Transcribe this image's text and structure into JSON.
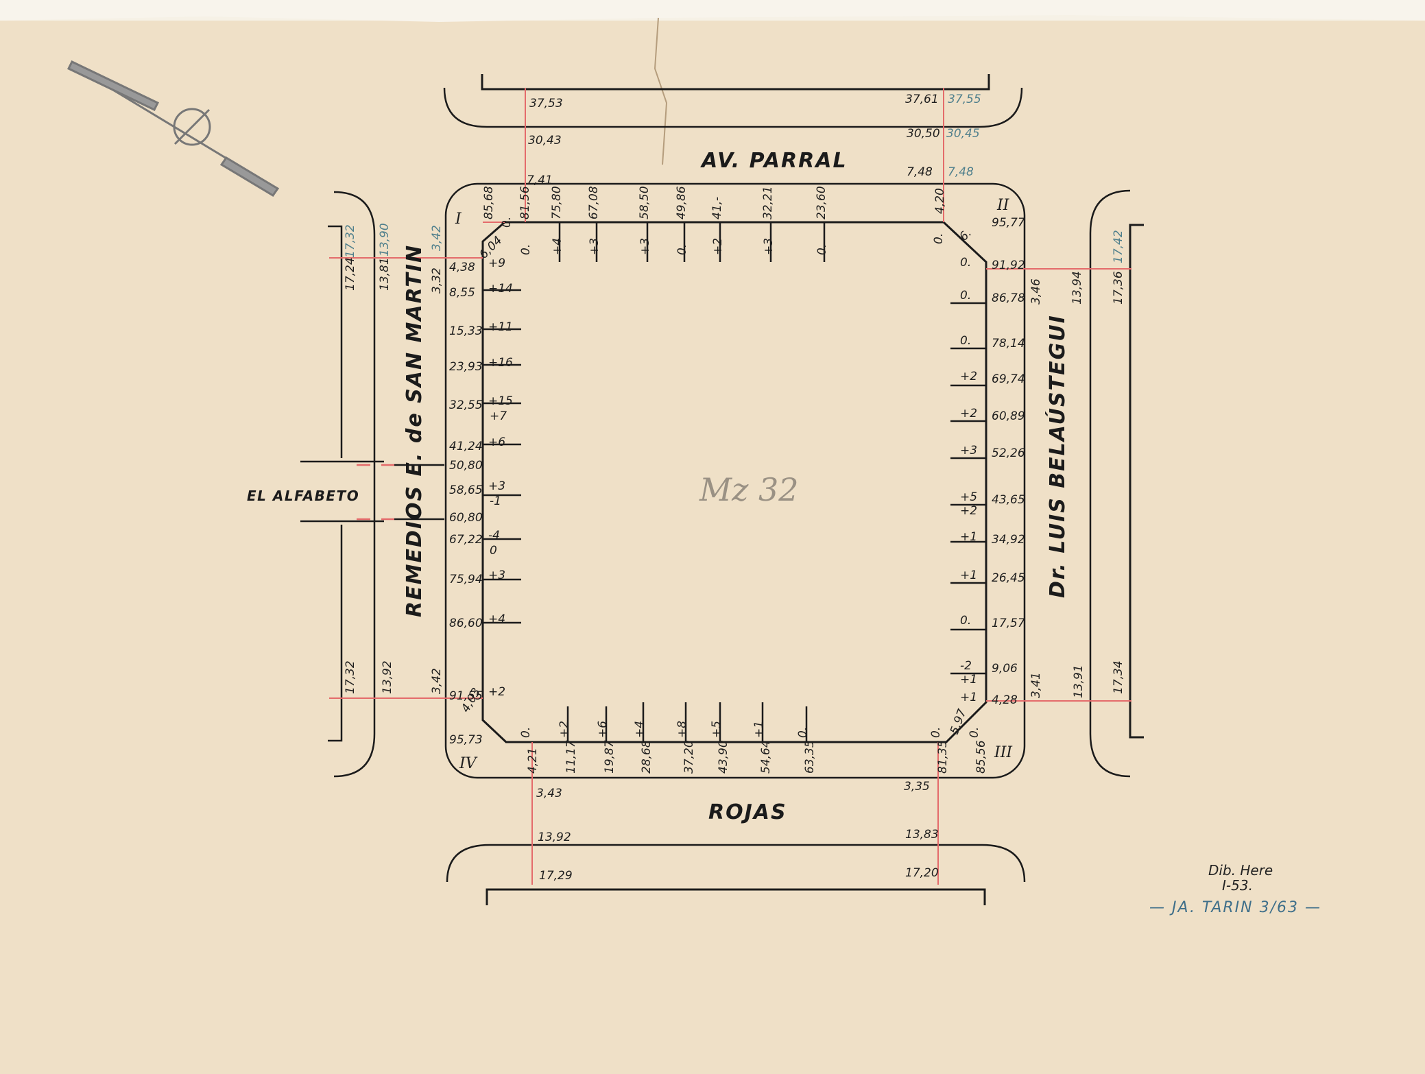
{
  "streets": {
    "top": "AV. PARRAL",
    "bottom": "ROJAS",
    "left": "REMEDIOS E. de SAN MARTIN",
    "right": "Dr. LUIS BELAÚSTEGUI",
    "cross": "EL ALFABETO"
  },
  "block_label": "Mz 32",
  "corners": {
    "I": "I",
    "II": "II",
    "III": "III",
    "IV": "IV"
  },
  "top_crossing_left": {
    "a": "37,53",
    "b": "30,43",
    "c": "7,41"
  },
  "top_crossing_right": {
    "a": "37,61",
    "a_blue": "37,55",
    "b": "30,50",
    "b_blue": "30,45",
    "c": "7,48",
    "c_blue": "7,48"
  },
  "bottom_crossing_left": {
    "a": "3,43",
    "b": "13,92",
    "c": "17,29"
  },
  "bottom_crossing_right": {
    "a": "3,35",
    "b": "13,83",
    "c": "17,20"
  },
  "left_crossing_top": {
    "a": "17,24",
    "a_blue": "17,32",
    "b": "13,81",
    "b_blue": "13,90",
    "c": "3,32",
    "c_blue": "3,42"
  },
  "left_crossing_bottom": {
    "a": "17,32",
    "b": "13,92",
    "c": "3,42"
  },
  "right_crossing_top": {
    "a": "3,46",
    "b": "13,94",
    "c": "17,36",
    "c_blue": "17,42"
  },
  "right_crossing_bottom": {
    "a": "3,41",
    "b": "13,91",
    "c": "17,34"
  },
  "top_side": {
    "start": "85,68",
    "chamfer": "6,04",
    "zero": "0.",
    "corner_dist": "4,20",
    "corner_offset": "6.",
    "corner_zero": "0.",
    "frontages": [
      {
        "dist": "81,56",
        "offset": "0."
      },
      {
        "dist": "75,80",
        "offset": "+4"
      },
      {
        "dist": "67,08",
        "offset": "+3"
      },
      {
        "dist": "58,50",
        "offset": "+3"
      },
      {
        "dist": "49,86",
        "offset": "0."
      },
      {
        "dist": "41,-",
        "offset": "+2"
      },
      {
        "dist": "32,21",
        "offset": "+3"
      },
      {
        "dist": "23,60",
        "offset": "0."
      }
    ]
  },
  "left_side": {
    "frontages": [
      {
        "dist": "4,38",
        "offset": "+9"
      },
      {
        "dist": "8,55",
        "offset": "+14"
      },
      {
        "dist": "15,33",
        "offset": "+11"
      },
      {
        "dist": "23,93",
        "offset": "+16"
      },
      {
        "dist": "32,55",
        "offset": "+15",
        "offset2": "+7"
      },
      {
        "dist": "41,24",
        "offset": "+6"
      },
      {
        "dist": "50,80",
        "offset": ""
      },
      {
        "dist": "58,65",
        "offset": "+3",
        "offset2": "-1"
      },
      {
        "dist": "60,80",
        "offset": ""
      },
      {
        "dist": "67,22",
        "offset": "-4",
        "offset2": "0"
      },
      {
        "dist": "75,94",
        "offset": "+3"
      },
      {
        "dist": "86,60",
        "offset": "+4"
      },
      {
        "dist": "91,55",
        "offset": "+2"
      },
      {
        "dist": "95,73",
        "offset": ""
      }
    ],
    "chamfer": "4,03"
  },
  "right_side": {
    "frontages": [
      {
        "dist": "95,77",
        "offset": ""
      },
      {
        "dist": "91,92",
        "offset": "0."
      },
      {
        "dist": "86,78",
        "offset": "0."
      },
      {
        "dist": "78,14",
        "offset": "0."
      },
      {
        "dist": "69,74",
        "offset": "+2"
      },
      {
        "dist": "60,89",
        "offset": "+2"
      },
      {
        "dist": "52,26",
        "offset": "+3"
      },
      {
        "dist": "43,65",
        "offset": "+5",
        "offset2": "+2"
      },
      {
        "dist": "34,92",
        "offset": "+1"
      },
      {
        "dist": "26,45",
        "offset": "+1"
      },
      {
        "dist": "17,57",
        "offset": "0."
      },
      {
        "dist": "9,06",
        "offset": "-2",
        "offset2": "+1"
      },
      {
        "dist": "4,28",
        "offset": "+1"
      }
    ],
    "chamfer": "5,97"
  },
  "bottom_side": {
    "frontages": [
      {
        "dist": "4,21",
        "offset": "0."
      },
      {
        "dist": "11,17",
        "offset": "+2"
      },
      {
        "dist": "19,87",
        "offset": "+6"
      },
      {
        "dist": "28,68",
        "offset": "+4"
      },
      {
        "dist": "37,20",
        "offset": "+8"
      },
      {
        "dist": "43,90",
        "offset": "+5"
      },
      {
        "dist": "54,64",
        "offset": "+1"
      },
      {
        "dist": "63,35",
        "offset": "0."
      },
      {
        "dist": "81,35",
        "offset": "0."
      },
      {
        "dist": "85,56",
        "offset": "0."
      }
    ]
  },
  "signature": {
    "line1": "Dib. Here",
    "line2": "I-53.",
    "line3": "— JA. TARIN 3/63 —"
  },
  "colors": {
    "paper": "#efe0c7",
    "ink": "#1b1b1b",
    "red_line": "#e46b6b",
    "blue_ink": "#4f7f8c"
  }
}
